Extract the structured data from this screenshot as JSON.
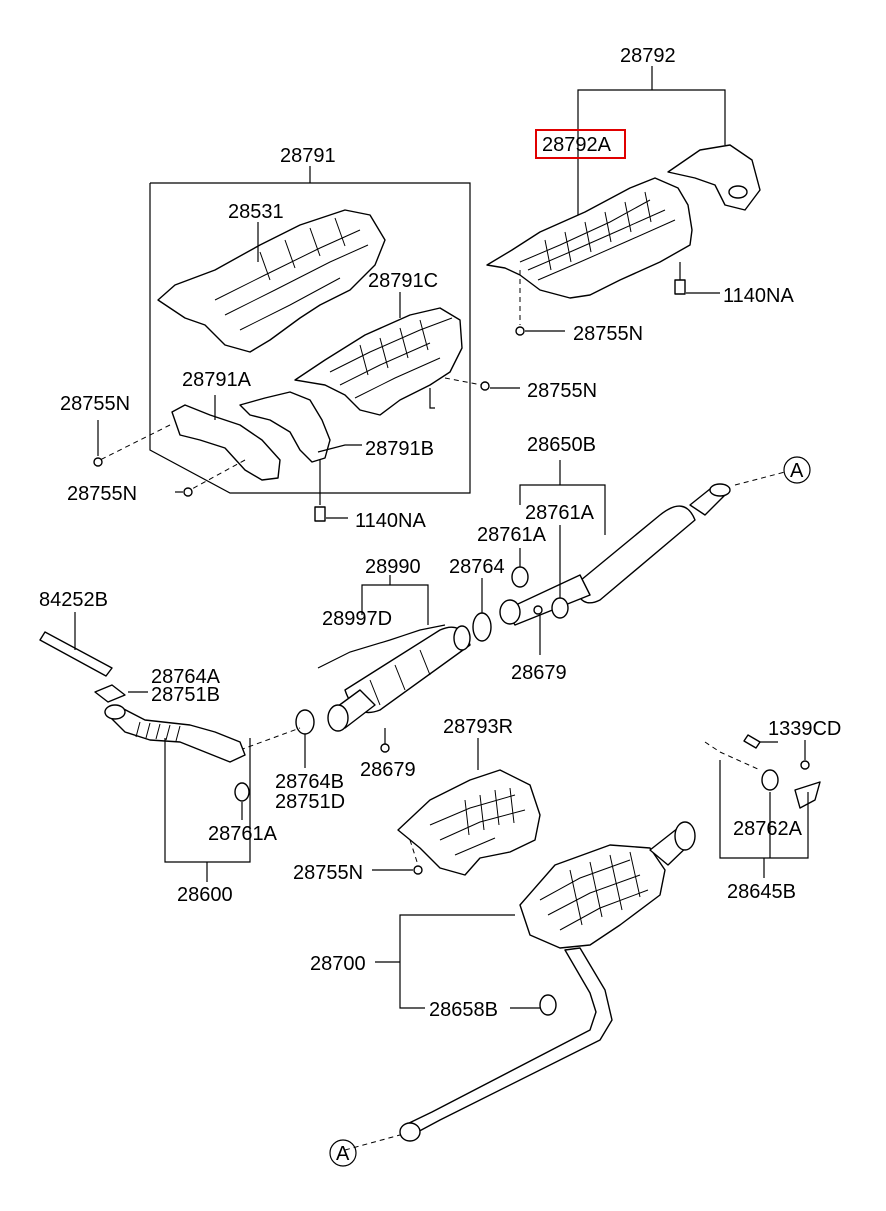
{
  "labels": {
    "p28792": "28792",
    "p28792A": "28792A",
    "p1140NA_top": "1140NA",
    "p28755N_top": "28755N",
    "p28791": "28791",
    "p28531": "28531",
    "p28791C": "28791C",
    "p28791A": "28791A",
    "p28755N_mid": "28755N",
    "p28755N_left": "28755N",
    "p28791B": "28791B",
    "p28755N_left2": "28755N",
    "p1140NA_mid": "1140NA",
    "p28650B": "28650B",
    "p28761A_a": "28761A",
    "p28761A_b": "28761A",
    "p28990": "28990",
    "p28764": "28764",
    "p28997D": "28997D",
    "p28679_a": "28679",
    "p84252B": "84252B",
    "p28764A": "28764A",
    "p28751B": "28751B",
    "p28764B": "28764B",
    "p28679_b": "28679",
    "p28751D": "28751D",
    "p28793R": "28793R",
    "p28761A_c": "28761A",
    "p1339CD": "1339CD",
    "p28762A": "28762A",
    "p28755N_low": "28755N",
    "p28600": "28600",
    "p28645B": "28645B",
    "p28700": "28700",
    "p28658B": "28658B",
    "refA_top": "A",
    "refA_bottom": "A"
  },
  "highlight": {
    "part": "28792A",
    "color": "#e00000"
  }
}
